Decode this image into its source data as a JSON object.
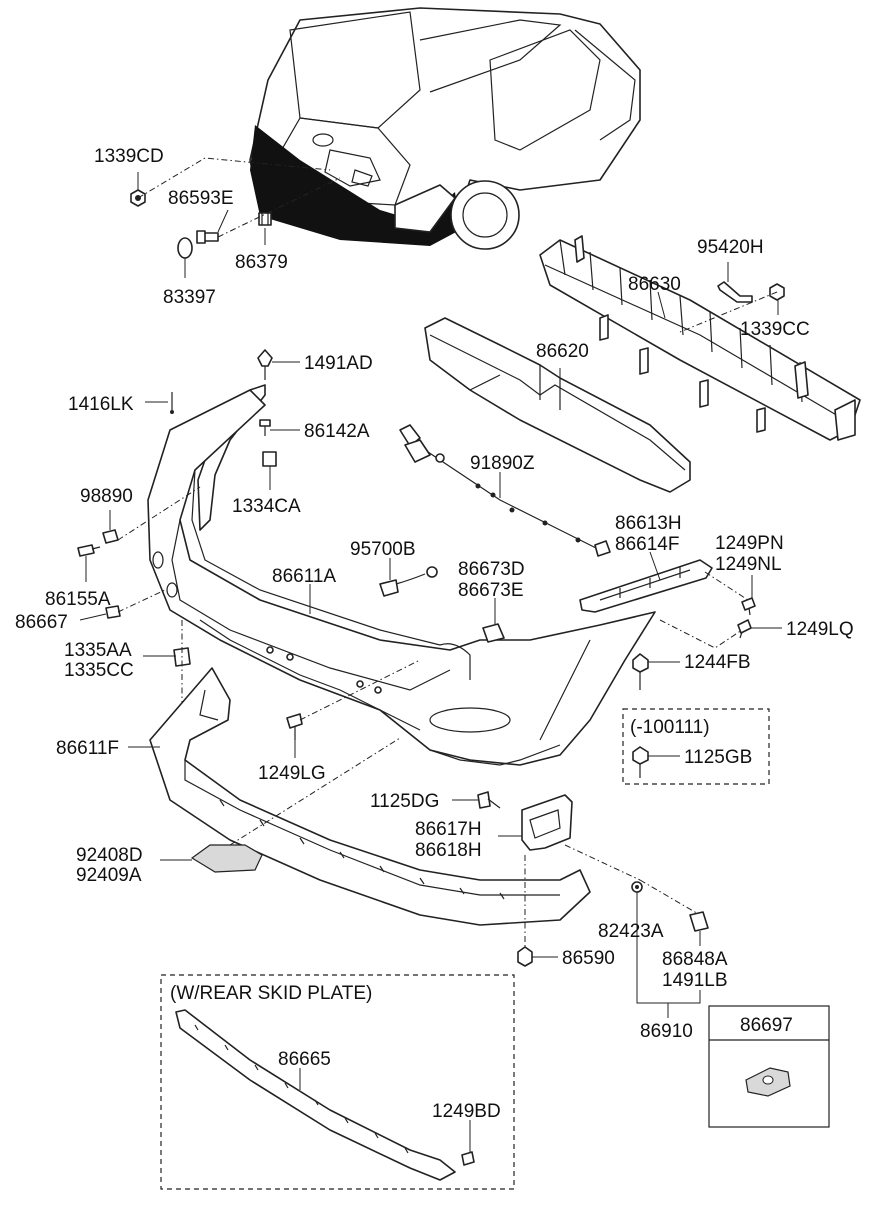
{
  "diagram": {
    "parts": {
      "p1339CD": "1339CD",
      "p86593E": "86593E",
      "p86379": "86379",
      "p83397": "83397",
      "p95420H": "95420H",
      "p86630": "86630",
      "p1339CC": "1339CC",
      "p86620": "86620",
      "p1491AD": "1491AD",
      "p1416LK": "1416LK",
      "p86142A": "86142A",
      "p91890Z": "91890Z",
      "p98890": "98890",
      "p1334CA": "1334CA",
      "p86613H": "86613H",
      "p86614F": "86614F",
      "p1249PN": "1249PN",
      "p1249NL": "1249NL",
      "p95700B": "95700B",
      "p86673D": "86673D",
      "p86673E": "86673E",
      "p86611A": "86611A",
      "p86155A": "86155A",
      "p86667": "86667",
      "p1249LQ": "1249LQ",
      "p1335AA": "1335AA",
      "p1335CC": "1335CC",
      "p1244FB": "1244FB",
      "p100111": "(-100111)",
      "p1125GB": "1125GB",
      "p86611F": "86611F",
      "p1249LG": "1249LG",
      "p1125DG": "1125DG",
      "p86617H": "86617H",
      "p86618H": "86618H",
      "p92408D": "92408D",
      "p92409A": "92409A",
      "p82423A": "82423A",
      "p86848A": "86848A",
      "p1491LB": "1491LB",
      "p86590": "86590",
      "p86910": "86910",
      "p86697": "86697",
      "p86665": "86665",
      "p1249BD": "1249BD",
      "skid_plate_note": "(W/REAR SKID PLATE)"
    }
  }
}
